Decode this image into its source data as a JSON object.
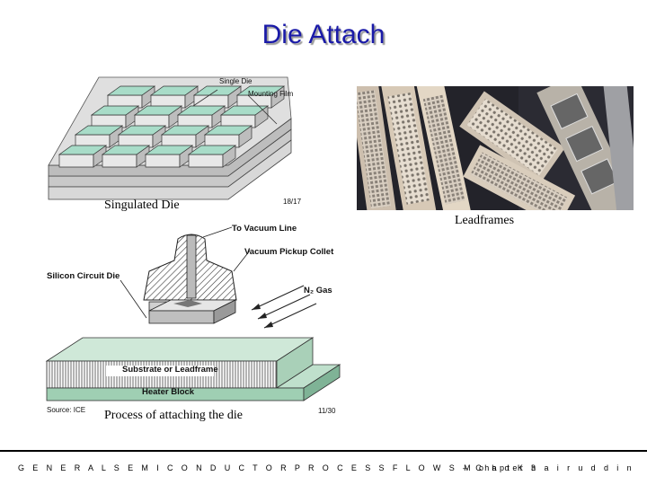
{
  "slide": {
    "title": "Die Attach",
    "captions": {
      "singulated": "Singulated Die",
      "leadframes": "Leadframes",
      "process": "Process of attaching the die"
    },
    "figure1": {
      "label_single_die": "Single Die",
      "label_mounting_film": "Mounting Film",
      "fig_number": "18/17"
    },
    "figure2": {
      "label_vacuum_line": "To Vacuum Line",
      "label_pickup_collet": "Vacuum Pickup Collet",
      "label_silicon_die": "Silicon Circuit Die",
      "label_gas": "N₂ Gas",
      "label_substrate": "Substrate or Leadframe",
      "label_heater": "Heater Block",
      "source": "Source: ICE",
      "fig_number": "11/30"
    },
    "footer": {
      "left": "G E N E R A L  S E M I C O N D U C T O R  P R O C E S S  F L O W S – Chapter 3",
      "right": "M o h d  K h a i r u d d i n"
    },
    "colors": {
      "title": "#1a1aa8",
      "die_top": "#a8dcc8",
      "substrate": "#cfe8d8",
      "photo_bg": "#23232a"
    }
  }
}
